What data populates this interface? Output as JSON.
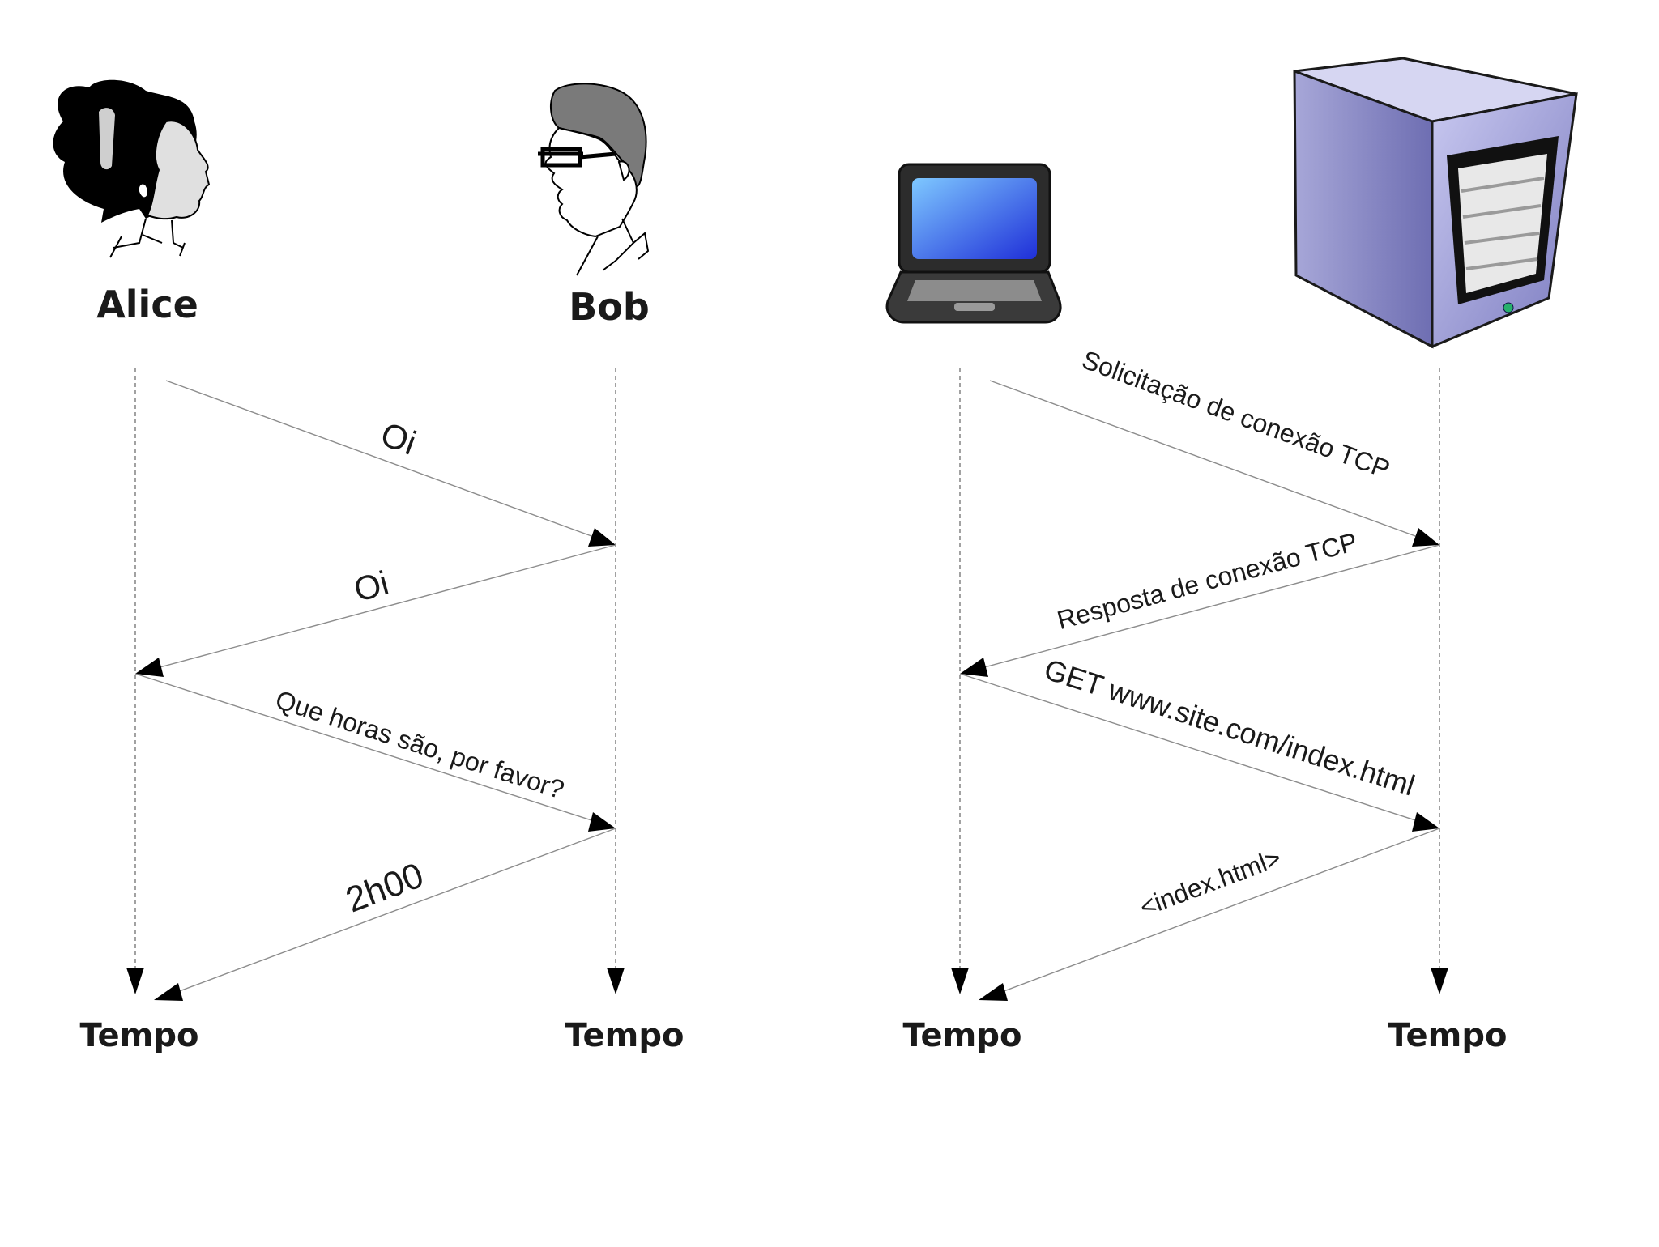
{
  "left_diagram": {
    "participants": {
      "alice": "Alice",
      "bob": "Bob"
    },
    "messages": [
      {
        "from": "Alice",
        "to": "Bob",
        "text": "Oi"
      },
      {
        "from": "Bob",
        "to": "Alice",
        "text": "Oi"
      },
      {
        "from": "Alice",
        "to": "Bob",
        "text": "Que horas são, por favor?"
      },
      {
        "from": "Bob",
        "to": "Alice",
        "text": "2h00"
      }
    ],
    "time_left": "Tempo",
    "time_right": "Tempo"
  },
  "right_diagram": {
    "participants": {
      "client": "laptop-icon",
      "server": "server-icon"
    },
    "messages": [
      {
        "from": "client",
        "to": "server",
        "text": "Solicitação de conexão TCP"
      },
      {
        "from": "server",
        "to": "client",
        "text": "Resposta de conexão TCP"
      },
      {
        "from": "client",
        "to": "server",
        "text": "GET www.site.com/index.html"
      },
      {
        "from": "server",
        "to": "client",
        "text": "<index.html>"
      }
    ],
    "time_left": "Tempo",
    "time_right": "Tempo"
  },
  "colors": {
    "laptop_screen": "#2f5fd6",
    "server_body": "#9a9ad0"
  }
}
